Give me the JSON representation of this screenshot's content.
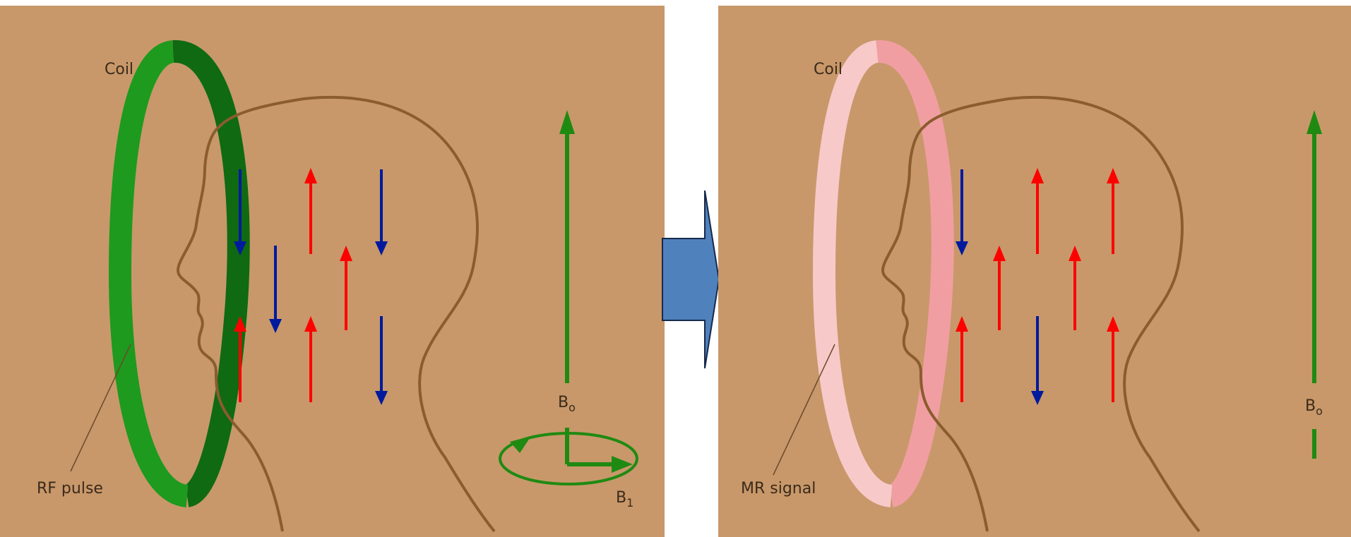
{
  "left_panel": {
    "coil_label": "Coil",
    "pulse_label": "RF pulse",
    "b0_label": "B",
    "b0_sub": "o",
    "b1_label": "B",
    "b1_sub": "1"
  },
  "right_panel": {
    "coil_label": "Coil",
    "signal_label": "MR signal",
    "b0_label": "B",
    "b0_sub": "o"
  },
  "colors": {
    "background": "#c8986a",
    "head_outline": "#8a5c2e",
    "coil_left_front": "#1e9a1e",
    "coil_left_back": "#0f6a12",
    "coil_right_front": "#f7c9c9",
    "coil_right_back": "#f19ea2",
    "spin_up": "#ff0000",
    "spin_down": "#001a9e",
    "field": "#1f8a12",
    "transition_arrow": "#4f81bd"
  }
}
